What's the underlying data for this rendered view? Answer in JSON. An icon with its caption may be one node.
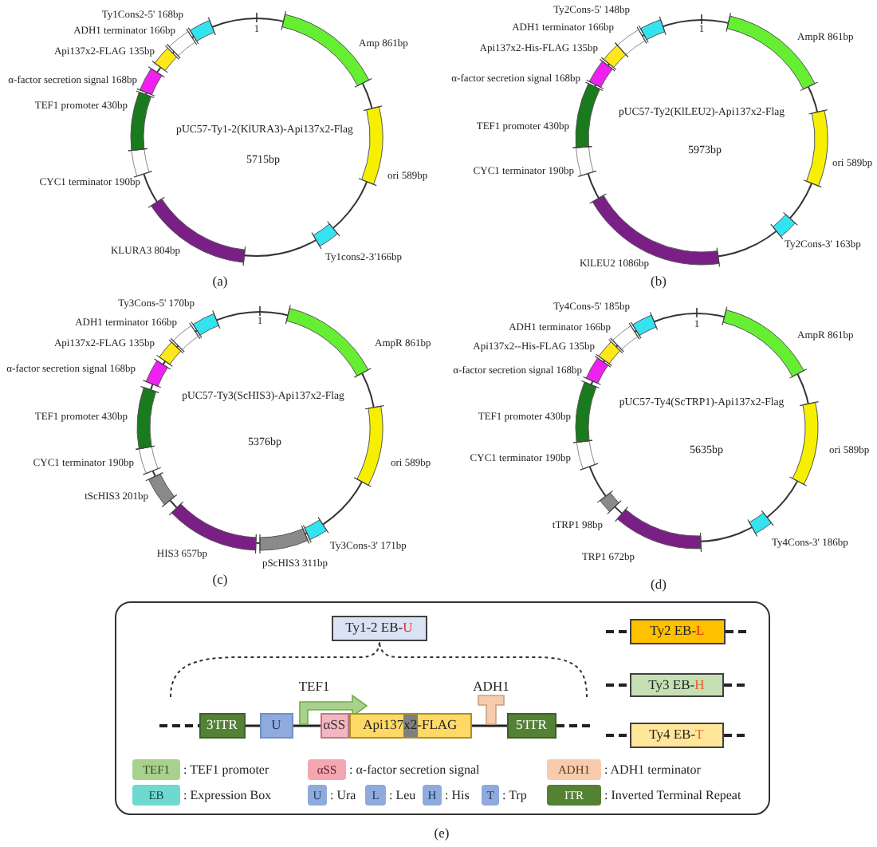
{
  "diagram": {
    "nodes": [
      {
        "text": [
          "pUC57-Ty1-2(KlURA3)-Api137x2-Flag",
          "5715bp"
        ],
        "beside": [
          "(a)"
        ]
      },
      {
        "text": [
          "pUC57-Ty2(KlLEU2)-Api137x2-Flag",
          "5973bp"
        ],
        "beside": [
          "(b)"
        ]
      },
      {
        "text": [
          "pUC57-Ty3(ScHIS3)-Api137x2-Flag",
          "5376bp"
        ],
        "beside": [
          "(c)"
        ]
      },
      {
        "text": [
          "pUC57-Ty4(ScTRP1)-Api137x2-Flag",
          "5635bp"
        ],
        "beside": [
          "(d)"
        ]
      },
      {
        "text": [],
        "shape": "box",
        "beside": [
          "(e)"
        ]
      },
      {
        "text": [
          "Ty1-2 EB-U"
        ],
        "in": 4
      },
      {
        "text": [
          "Ty2 EB-L"
        ],
        "in": 4
      },
      {
        "text": [
          "Ty3 EB-H"
        ],
        "in": 4
      },
      {
        "text": [
          "Ty4 EB-T"
        ],
        "in": 4
      },
      {
        "text": [
          "3'ITR"
        ],
        "in": 4
      },
      {
        "text": [
          "U"
        ],
        "in": 4
      },
      {
        "text": [],
        "shape": "arrow",
        "beside": [
          "TEF1"
        ],
        "in": 4
      },
      {
        "text": [
          "αSS"
        ],
        "in": 4
      },
      {
        "text": [
          "Api137x2-FLAG"
        ],
        "in": 4
      },
      {
        "text": [],
        "shape": "bar",
        "beside": [
          "ADH1"
        ],
        "in": 4
      },
      {
        "text": [
          "5'ITR"
        ],
        "in": 4
      }
    ],
    "edges": [
      {
        "from": null,
        "to": 9,
        "arrow": "none",
        "style": "dashed"
      },
      {
        "from": 9,
        "to": 10,
        "arrow": "none"
      },
      {
        "from": 10,
        "to": 12,
        "arrow": "none"
      },
      {
        "from": 13,
        "to": 15,
        "arrow": "none"
      },
      {
        "from": 15,
        "to": null,
        "arrow": "none",
        "style": "dashed"
      },
      {
        "from": null,
        "to": 6,
        "arrow": "none",
        "style": "dashed"
      },
      {
        "from": 6,
        "to": null,
        "arrow": "none",
        "style": "dashed"
      },
      {
        "from": null,
        "to": 7,
        "arrow": "none",
        "style": "dashed"
      },
      {
        "from": 7,
        "to": null,
        "arrow": "none",
        "style": "dashed"
      },
      {
        "from": null,
        "to": 8,
        "arrow": "none",
        "style": "dashed"
      },
      {
        "from": 8,
        "to": null,
        "arrow": "none",
        "style": "dashed"
      }
    ],
    "labels": [
      "Ty1Cons2-5' 168bp",
      "1",
      "ADH1 terminator 166bp",
      "Amp 861bp",
      "Api137x2-FLAG 135bp",
      "α-factor secretion signal 168bp",
      "TEF1 promoter 430bp",
      "ori 589bp",
      "CYC1 terminator 190bp",
      "KLURA3 804bp",
      "Ty1cons2-3'166bp",
      "Ty2Cons-5' 148bp",
      "1",
      "ADH1 terminator 166bp",
      "AmpR 861bp",
      "Api137x2-His-FLAG 135bp",
      "α-factor secretion signal 168bp",
      "TEF1 promoter 430bp",
      "ori 589bp",
      "CYC1 terminator 190bp",
      "Ty2Cons-3' 163bp",
      "KlLEU2 1086bp",
      "Ty3Cons-5' 170bp",
      "1",
      "ADH1 terminator 166bp",
      "Api137x2-FLAG 135bp",
      "AmpR 861bp",
      "α-factor secretion signal 168bp",
      "TEF1 promoter 430bp",
      "CYC1 terminator 190bp",
      "ori 589bp",
      "tScHIS3 201bp",
      "HIS3 657bp",
      "Ty3Cons-3' 171bp",
      "pScHIS3 311bp",
      "Ty4Cons-5' 185bp",
      "1",
      "ADH1 terminator 166bp",
      "AmpR 861bp",
      "Api137x2--His-FLAG 135bp",
      "α-factor secretion signal 168bp",
      "TEF1 promoter 430bp",
      "CYC1 terminator 190bp",
      "ori 589bp",
      "tTRP1 98bp",
      "Ty4Cons-3' 186bp",
      "TRP1 672bp",
      "TEF1",
      "αSS",
      "ADH1",
      "EB",
      "U",
      "L",
      "H",
      "T",
      "ITR"
    ],
    "legend": [
      {
        "text": ": TEF1 promoter",
        "color": "#a9d18e"
      },
      {
        "text": ": α-factor secretion signal",
        "color": "#f4a7b1"
      },
      {
        "text": ": ADH1 terminator",
        "color": "#f8cbad"
      },
      {
        "text": ": Expression Box",
        "color": "#6fd9d0"
      },
      {
        "text": ": Ura",
        "color": "#8faadc"
      },
      {
        "text": ": Leu",
        "color": "#8faadc"
      },
      {
        "text": ": His",
        "color": "#8faadc"
      },
      {
        "text": ": Trp",
        "color": "#8faadc"
      },
      {
        "text": ": Inverted Terminal Repeat",
        "color": "#548235"
      }
    ]
  }
}
